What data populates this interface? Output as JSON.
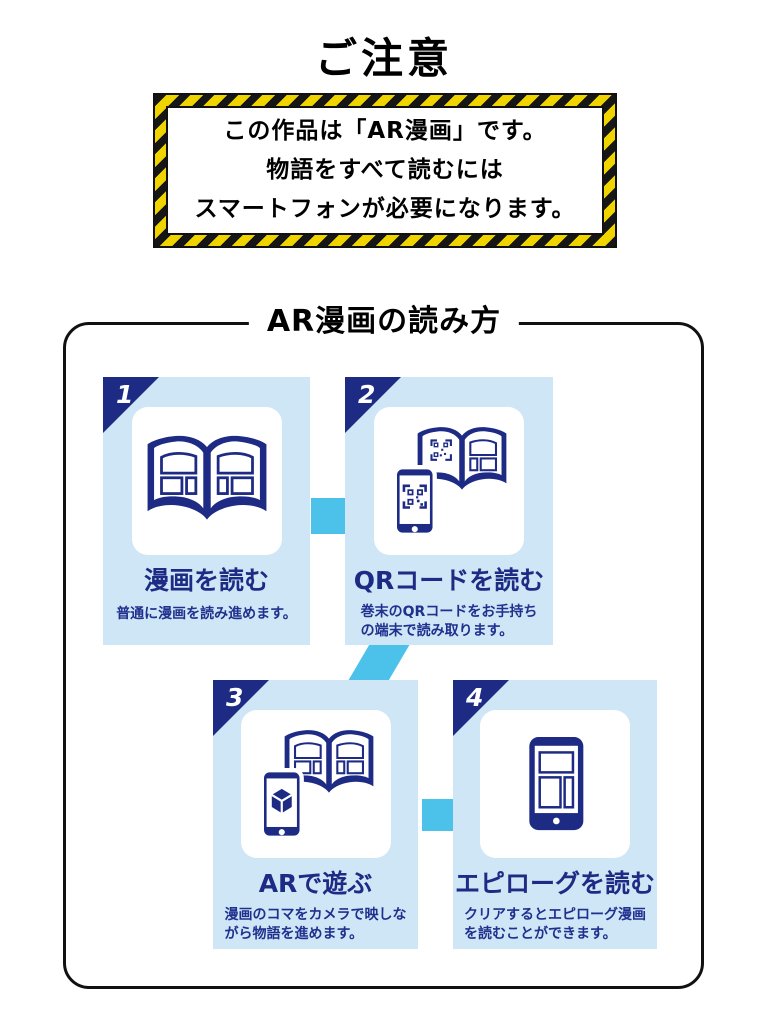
{
  "notice": {
    "title": "ご注意",
    "warning_text": "この作品は「AR漫画」です。\n物語をすべて読むには\nスマートフォンが必要になります。"
  },
  "howto": {
    "title": "AR漫画の読み方",
    "steps": [
      {
        "number": "1",
        "title": "漫画を読む",
        "description": "普通に漫画を読み進めます。",
        "icon": "manga-book-icon"
      },
      {
        "number": "2",
        "title": "QRコードを読む",
        "description": "巻末のQRコードをお手持ち\nの端末で読み取ります。",
        "icon": "qr-scan-icon"
      },
      {
        "number": "3",
        "title": "ARで遊ぶ",
        "description": "漫画のコマをカメラで映しな\nがら物語を進めます。",
        "icon": "ar-play-icon"
      },
      {
        "number": "4",
        "title": "エピローグを読む",
        "description": "クリアするとエピローグ漫画\nを読むことができます。",
        "icon": "epilogue-phone-icon"
      }
    ]
  },
  "colors": {
    "navy": "#1e2b84",
    "card_background": "#cfe6f7",
    "connector_cyan": "#4cc2ea",
    "caution_yellow": "#f0d400",
    "border_black": "#111111"
  }
}
